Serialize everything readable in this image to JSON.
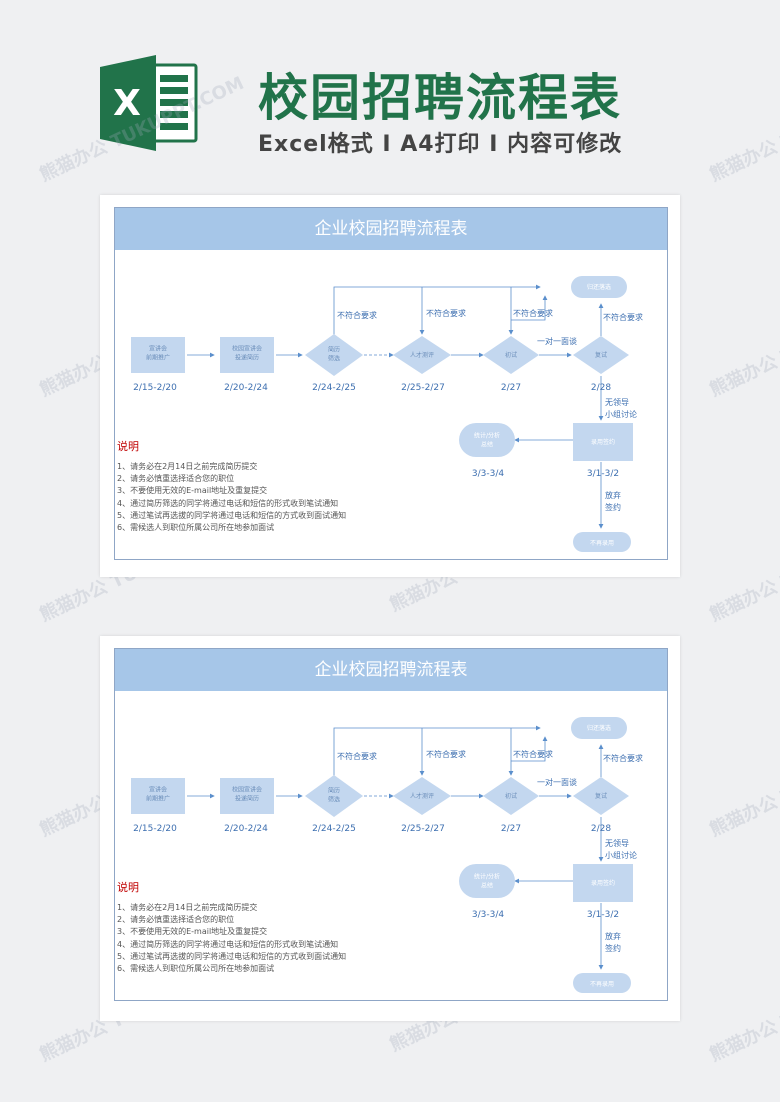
{
  "header": {
    "title": "校园招聘流程表",
    "subtitle": "Excel格式 I A4打印 I 内容可修改",
    "logo_letter": "X"
  },
  "watermark": "熊猫办公 TUKUPPT.COM",
  "colors": {
    "brand_green": "#21734a",
    "title_bar": "#a6c6e8",
    "node_fill": "#c3d7ef",
    "arrow": "#5b8fcc",
    "note_title": "#c00000"
  },
  "sheet": {
    "title": "企业校园招聘流程表",
    "nodes": {
      "recruit": "宣讲会\n前期推广",
      "collect": "校园宣讲会\n投递简历",
      "screen": "简历\n筛选",
      "test": "人才测评",
      "interview": "初试",
      "reinterview": "复试",
      "talent_pool": "归还落选",
      "hire": "录用签约",
      "summary": "统计/分析\n总结",
      "reject": "不再录用"
    },
    "dates": {
      "recruit": "2/15-2/20",
      "collect": "2/20-2/24",
      "screen": "2/24-2/25",
      "test": "2/25-2/27",
      "interview": "2/27",
      "reinterview": "2/28",
      "summary": "3/3-3/4",
      "hire": "3/1-3/2"
    },
    "edge_labels": {
      "fail_1": "不符合要求",
      "fail_2": "不符合要求",
      "fail_3": "不符合要求",
      "fail_4": "不符合要求",
      "one_on_one": "一对一面谈",
      "leaderless_1": "无领导",
      "leaderless_2": "小组讨论",
      "abandon_1": "放弃",
      "abandon_2": "签约"
    },
    "notes_title": "说明",
    "notes": [
      "1、请务必在2月14日之前完成简历提交",
      "2、请务必慎重选择适合您的职位",
      "3、不要使用无效的E-mail地址及重复提交",
      "4、通过简历筛选的同学将通过电话和短信的形式收到笔试通知",
      "5、通过笔试再选拔的同学将通过电话和短信的方式收到面试通知",
      "6、需候选人到职位所属公司所在地参加面试"
    ]
  }
}
